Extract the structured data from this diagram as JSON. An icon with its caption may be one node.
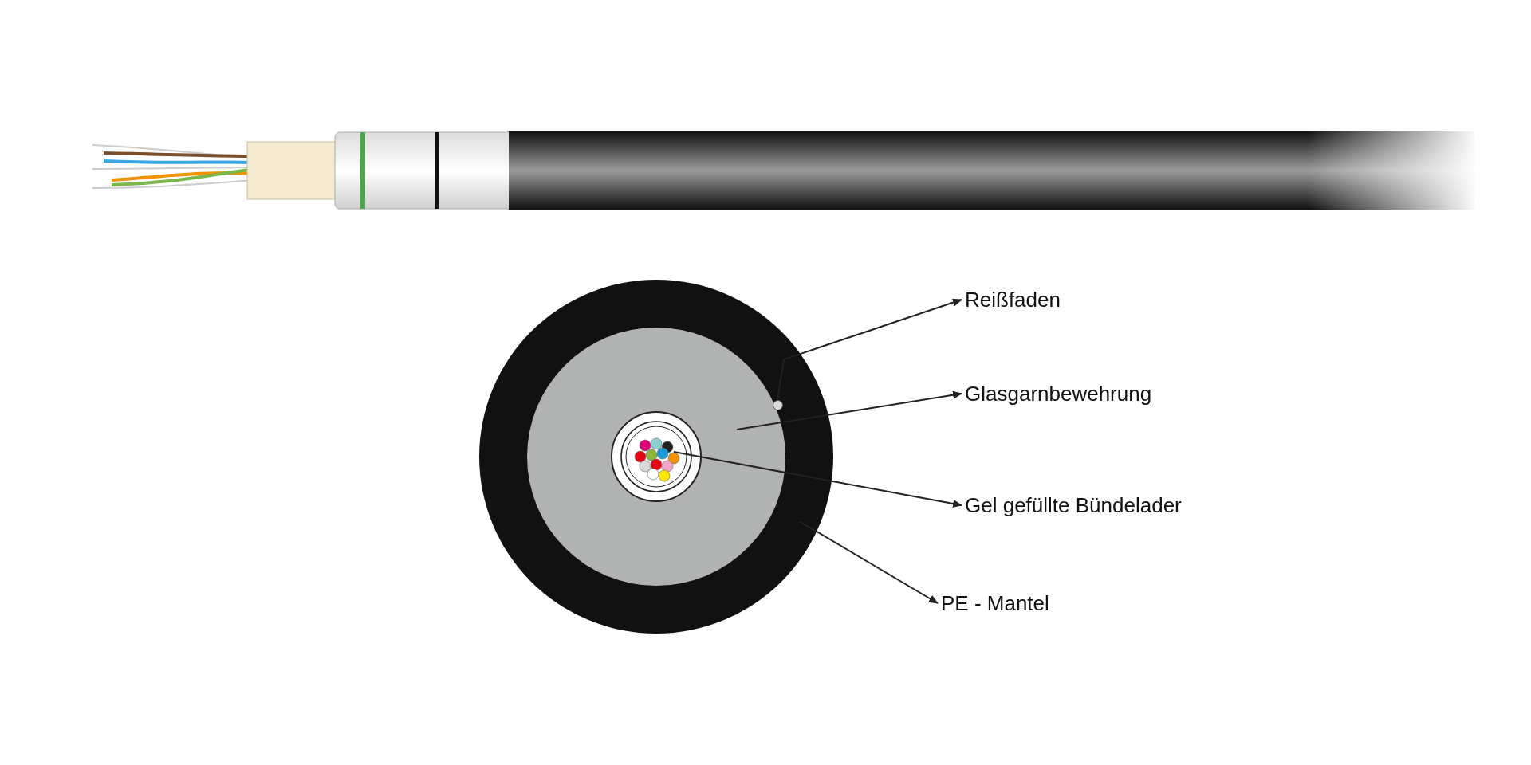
{
  "diagram": {
    "nodes": [
      {
        "text": [],
        "shape": "circle"
      },
      {
        "text": [],
        "shape": "circle",
        "in": 2
      },
      {
        "text": [],
        "shape": "circle",
        "in": 0
      },
      {
        "text": [],
        "shape": "circle",
        "in": 2
      },
      {
        "text": [
          "Reißfaden"
        ]
      },
      {
        "text": [
          "Glasgarnbewehrung"
        ]
      },
      {
        "text": [
          "Gel gefüllte Bündelader"
        ]
      },
      {
        "text": [
          "PE - Mantel"
        ]
      }
    ],
    "edges": [
      {
        "from": 1,
        "to": 4,
        "arrow": "to"
      },
      {
        "from": 2,
        "to": 5,
        "arrow": "to"
      },
      {
        "from": 3,
        "to": 6,
        "arrow": "to"
      },
      {
        "from": 0,
        "to": 7,
        "arrow": "to"
      }
    ]
  }
}
